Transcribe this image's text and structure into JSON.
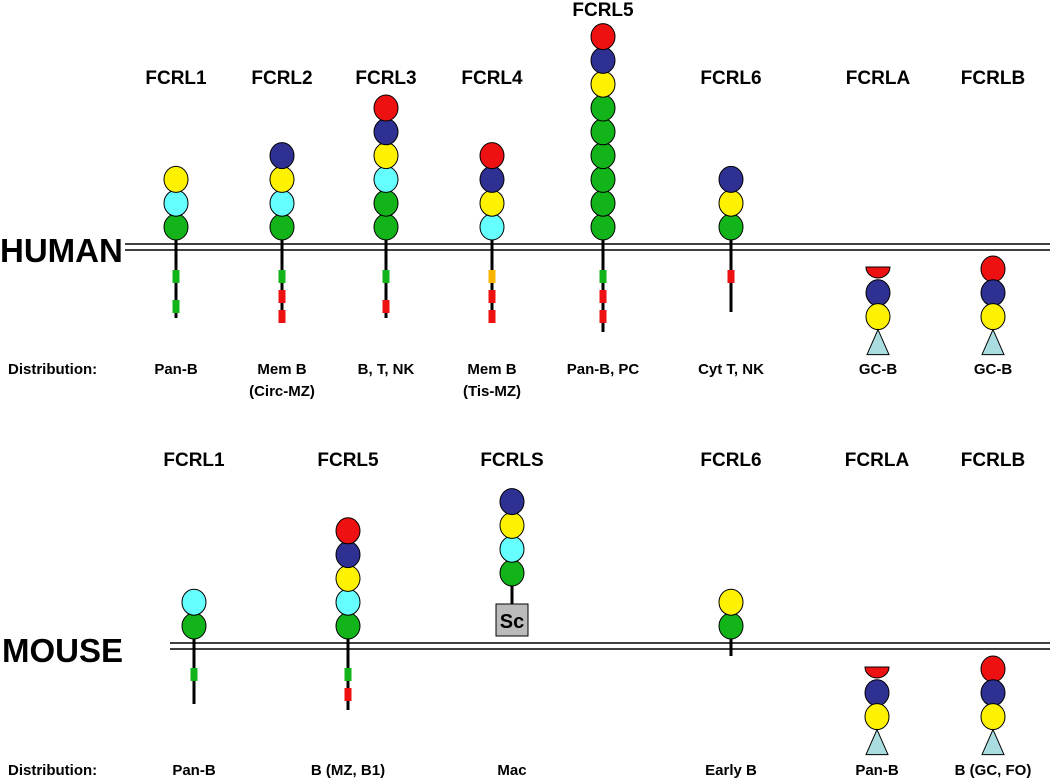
{
  "colors": {
    "red": "#ee1111",
    "blue": "#2e3191",
    "yellow": "#fff200",
    "cyan": "#66ffff",
    "green": "#13b31a",
    "orange": "#f7b500",
    "light_blue": "#a9dddf",
    "scavenger": "#bbbbbb",
    "membrane": "#000000"
  },
  "distribution_label": "Distribution:",
  "human": {
    "label": "HUMAN",
    "proteins": [
      {
        "name": "FCRL1",
        "domains": [
          "yellow",
          "cyan",
          "green"
        ],
        "motifs": [
          "green",
          "green"
        ],
        "distribution": [
          "Pan-B"
        ]
      },
      {
        "name": "FCRL2",
        "domains": [
          "blue",
          "yellow",
          "cyan",
          "green"
        ],
        "motifs": [
          "green",
          "red",
          "red"
        ],
        "distribution": [
          "Mem B",
          "(Circ-MZ)"
        ]
      },
      {
        "name": "FCRL3",
        "domains": [
          "red",
          "blue",
          "yellow",
          "cyan",
          "green",
          "green"
        ],
        "motifs": [
          "green",
          "red"
        ],
        "distribution": [
          "B, T, NK"
        ]
      },
      {
        "name": "FCRL4",
        "domains": [
          "red",
          "blue",
          "yellow",
          "cyan"
        ],
        "motifs": [
          "orange",
          "red",
          "red"
        ],
        "distribution": [
          "Mem B",
          "(Tis-MZ)"
        ]
      },
      {
        "name": "FCRL5",
        "domains": [
          "red",
          "blue",
          "yellow",
          "green",
          "green",
          "green",
          "green",
          "green",
          "green"
        ],
        "motifs": [
          "green",
          "red",
          "red"
        ],
        "distribution": [
          "Pan-B, PC"
        ]
      },
      {
        "name": "FCRL6",
        "domains": [
          "blue",
          "yellow",
          "green"
        ],
        "motifs": [
          "red"
        ],
        "distribution": [
          "Cyt T, NK"
        ]
      },
      {
        "name": "FCRLA",
        "domains": [
          "red-half",
          "blue",
          "yellow"
        ],
        "tail": "triangle",
        "distribution": [
          "GC-B"
        ]
      },
      {
        "name": "FCRLB",
        "domains": [
          "red",
          "blue",
          "yellow"
        ],
        "tail": "triangle",
        "distribution": [
          "GC-B"
        ]
      }
    ]
  },
  "mouse": {
    "label": "MOUSE",
    "proteins": [
      {
        "name": "FCRL1",
        "domains": [
          "cyan",
          "green"
        ],
        "motifs": [
          "green"
        ],
        "distribution": [
          "Pan-B"
        ]
      },
      {
        "name": "FCRL5",
        "domains": [
          "red",
          "blue",
          "yellow",
          "cyan",
          "green"
        ],
        "motifs": [
          "green",
          "red"
        ],
        "distribution": [
          "B (MZ, B1)"
        ]
      },
      {
        "name": "FCRLS",
        "domains": [
          "blue",
          "yellow",
          "cyan",
          "green"
        ],
        "scavenger": "Sc",
        "distribution": [
          "Mac"
        ]
      },
      {
        "name": "FCRL6",
        "domains": [
          "yellow",
          "green"
        ],
        "distribution": [
          "Early B"
        ]
      },
      {
        "name": "FCRLA",
        "domains": [
          "red-half",
          "blue",
          "yellow"
        ],
        "tail": "triangle",
        "distribution": [
          "Pan-B"
        ]
      },
      {
        "name": "FCRLB",
        "domains": [
          "red",
          "blue",
          "yellow"
        ],
        "tail": "triangle",
        "distribution": [
          "B (GC, FO)"
        ]
      }
    ]
  }
}
